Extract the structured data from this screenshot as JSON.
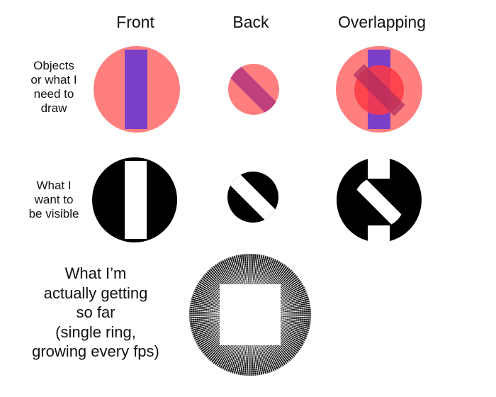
{
  "headers": {
    "front": "Front",
    "back": "Back",
    "overlapping": "Overlapping"
  },
  "rows": {
    "objects": [
      "Objects",
      "or what I",
      "need to",
      "draw"
    ],
    "visible": [
      "What I",
      "want to",
      "be visible"
    ],
    "actual": [
      "What I’m",
      "actually getting",
      "so far",
      "(single ring,",
      "growing every fps)"
    ]
  },
  "colors": {
    "front_circle": "#ff7f7f",
    "front_bar": "#7b3fc8",
    "back_circle": "#ff7f7f",
    "back_bar": "#c0407e",
    "overlap_inner_circle": "#ff3a44",
    "overlap_inner_bar": "#b02f5e",
    "silhouette": "#000000",
    "cutout": "#ffffff"
  },
  "icons": {
    "front_object": "circle-with-vertical-bar",
    "back_object": "small-circle-with-diagonal-bar",
    "overlap_object": "circles-overlapping",
    "front_mask": "black-circle-vertical-gap",
    "back_mask": "black-circle-diagonal-gap",
    "overlap_mask": "black-circle-split-gap",
    "actual_result": "moire-ring-with-square"
  }
}
